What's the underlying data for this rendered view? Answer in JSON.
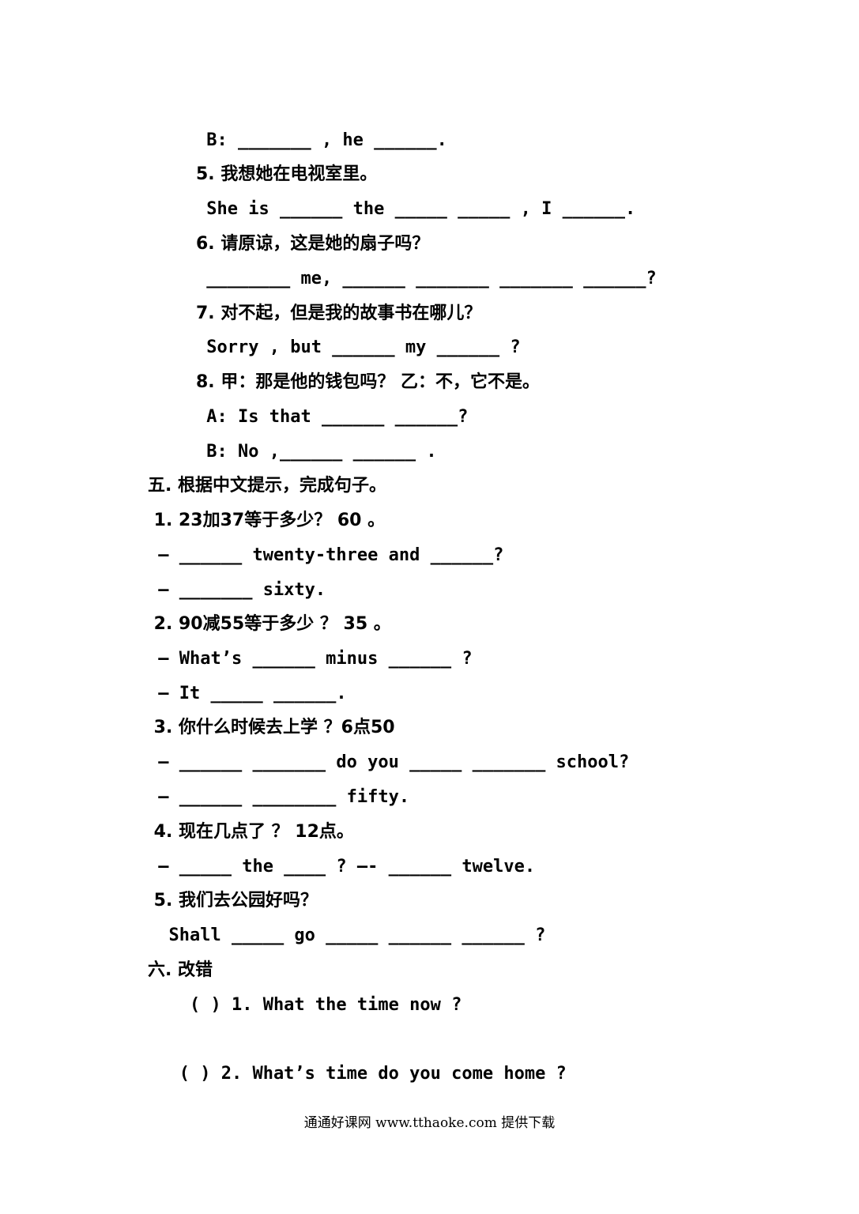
{
  "lines": [
    {
      "text": " B: _______ , he ______.",
      "cn": false
    },
    {
      "text": "5. 我想她在电视室里。",
      "cn": true
    },
    {
      "text": " She is ______ the _____ _____ , I ______.",
      "cn": false
    },
    {
      "text": "6. 请原谅，这是她的扇子吗？",
      "cn": true
    },
    {
      "text": " ________ me, ______ _______ _______ ______?",
      "cn": false
    },
    {
      "text": "7. 对不起，但是我的故事书在哪儿？",
      "cn": true
    },
    {
      "text": " Sorry , but ______ my ______ ?",
      "cn": false
    },
    {
      "text": "8. 甲：那是他的钱包吗？ 乙：不，它不是。",
      "cn": true
    },
    {
      "text": " A: Is that ______ ______?",
      "cn": false
    },
    {
      "text": " B: No ,______ ______ .",
      "cn": false
    },
    {
      "text": "五. 根据中文提示，完成句子。",
      "cn": true
    },
    {
      "text": " 1. 23加37等于多少？ 60 。",
      "cn": true
    },
    {
      "text": " — ______ twenty-three and ______?",
      "cn": false
    },
    {
      "text": " — _______ sixty.",
      "cn": false
    },
    {
      "text": " 2. 90减55等于多少 ？ 35 。",
      "cn": true
    },
    {
      "text": " — What’s ______ minus ______ ?",
      "cn": false
    },
    {
      "text": " — It _____ ______.",
      "cn": false
    },
    {
      "text": " 3. 你什么时候去上学 ？6点50",
      "cn": true
    },
    {
      "text": " — ______ _______ do you _____ _______ school?",
      "cn": false
    },
    {
      "text": " — ______ ________ fifty.",
      "cn": false
    },
    {
      "text": " 4. 现在几点了 ？ 12点。",
      "cn": true
    },
    {
      "text": " — _____ the ____ ? —- ______ twelve.",
      "cn": false
    },
    {
      "text": " 5. 我们去公园好吗？",
      "cn": true
    },
    {
      "text": "  Shall _____ go _____ ______ ______ ?",
      "cn": false
    },
    {
      "text": "六. 改错",
      "cn": true
    },
    {
      "text": "    ( ) 1. What the time now ?",
      "cn": false
    },
    {
      "text": "",
      "cn": false
    },
    {
      "text": "   ( ) 2. What’s time do you come home ?",
      "cn": false
    }
  ],
  "footer": "通通好课网 www.tthaoke.com 提供下载"
}
